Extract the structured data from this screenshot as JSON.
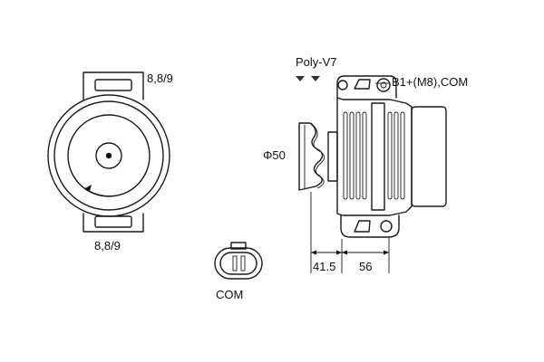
{
  "labels": {
    "mount_top": "8,8/9",
    "mount_bottom": "8,8/9",
    "pulley_type": "Poly-V7",
    "terminal": "B1+(M8),COM",
    "pulley_diameter": "Φ50",
    "dim_pulley_offset": "41.5",
    "dim_body_length": "56",
    "connector": "COM"
  },
  "colors": {
    "ink": "#1a1a1a",
    "background": "#ffffff"
  }
}
